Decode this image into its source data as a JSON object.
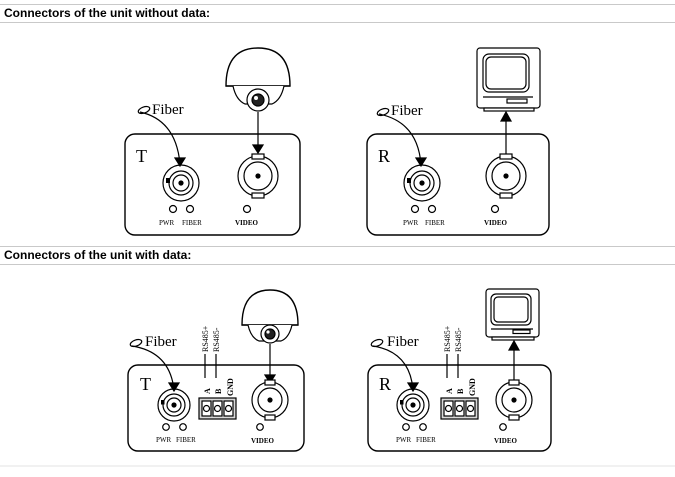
{
  "sections": [
    {
      "title": "Connectors of the unit without data:",
      "units": [
        {
          "letter": "T",
          "fiber_label": "Fiber",
          "pwr_label": "PWR",
          "fiber_led_label": "FIBER",
          "video_label": "VIDEO",
          "device": "camera"
        },
        {
          "letter": "R",
          "fiber_label": "Fiber",
          "pwr_label": "PWR",
          "fiber_led_label": "FIBER",
          "video_label": "VIDEO",
          "device": "monitor"
        }
      ]
    },
    {
      "title": "Connectors of the unit with data:",
      "units": [
        {
          "letter": "T",
          "fiber_label": "Fiber",
          "pwr_label": "PWR",
          "fiber_led_label": "FIBER",
          "video_label": "VIDEO",
          "rs_plus": "RS485+",
          "rs_minus": "RS485-",
          "term_a": "A",
          "term_b": "B",
          "term_gnd": "GND",
          "device": "camera"
        },
        {
          "letter": "R",
          "fiber_label": "Fiber",
          "pwr_label": "PWR",
          "fiber_led_label": "FIBER",
          "video_label": "VIDEO",
          "rs_plus": "RS485+",
          "rs_minus": "RS485-",
          "term_a": "A",
          "term_b": "B",
          "term_gnd": "GND",
          "device": "monitor"
        }
      ]
    }
  ],
  "colors": {
    "line": "#000000",
    "header_border": "#c9c9c9",
    "background": "#ffffff"
  },
  "icons": [
    "dome-camera-icon",
    "crt-monitor-icon",
    "bnc-connector-icon",
    "fiber-connector-icon",
    "terminal-block-icon",
    "led-indicator-icon",
    "arrow-up-icon",
    "arrow-down-icon"
  ]
}
